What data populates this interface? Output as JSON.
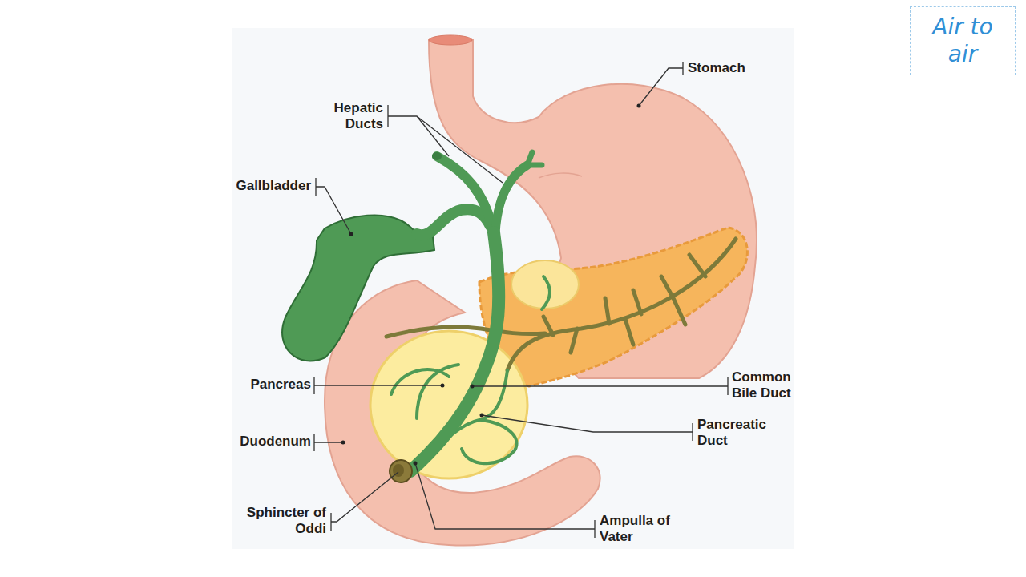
{
  "diagram": {
    "labels": [
      "Stomach",
      "Hepatic Ducts",
      "Gallbladder",
      "Pancreas",
      "Common Bile Duct",
      "Pancreatic Duct",
      "Duodenum",
      "Sphincter of Oddi",
      "Ampulla of Vater",
      "Air to air"
    ]
  }
}
